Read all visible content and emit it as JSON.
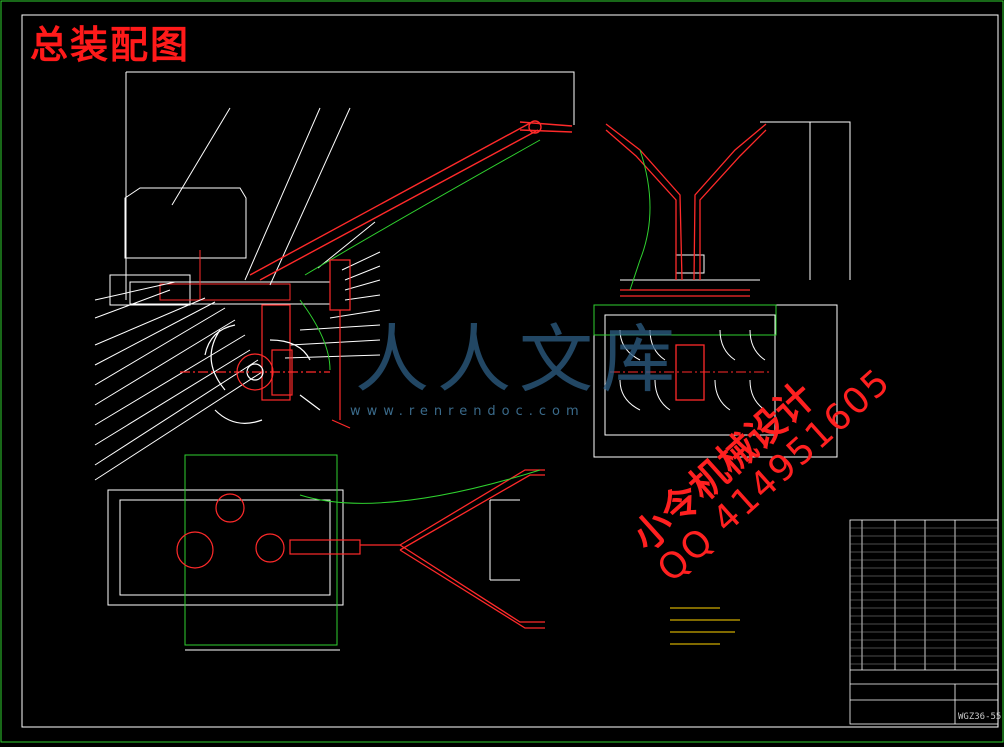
{
  "drawing": {
    "title": "总装配图",
    "watermark_site_cn": "人人文库",
    "watermark_url": "www.renrendoc.com",
    "watermark_designer": "小令机械设计",
    "watermark_qq": "QQ 414951605",
    "drawing_number": "WGZ36-55"
  },
  "colors": {
    "background": "#000000",
    "outline": "#ffffff",
    "part": "#ff2a2a",
    "sheet_border": "#2fd12f",
    "title": "#ff1a1a",
    "note": "#ffd400"
  }
}
